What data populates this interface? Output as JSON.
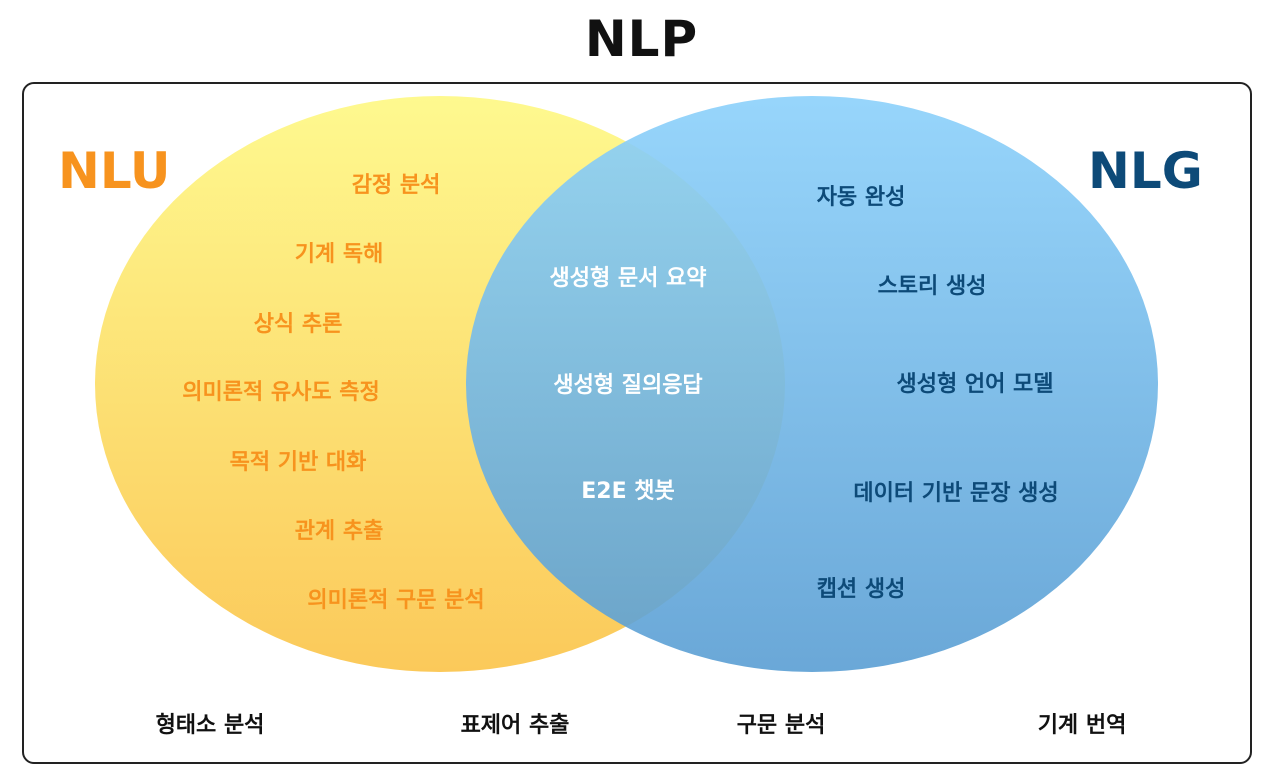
{
  "title": "NLP",
  "sets": {
    "nlu": {
      "label": "NLU",
      "color": "#f7931e"
    },
    "nlg": {
      "label": "NLG",
      "color": "#0d4a78"
    }
  },
  "nlu_items": [
    "감정 분석",
    "기계 독해",
    "상식 추론",
    "의미론적 유사도 측정",
    "목적 기반 대화",
    "관계 추출",
    "의미론적 구문 분석"
  ],
  "overlap_items": [
    "생성형 문서 요약",
    "생성형 질의응답",
    "E2E 챗봇"
  ],
  "nlg_items": [
    "자동 완성",
    "스토리 생성",
    "생성형 언어 모델",
    "데이터 기반 문장 생성",
    "캡션 생성"
  ],
  "bottom_items": [
    "형태소 분석",
    "표제어 추출",
    "구문 분석",
    "기계 번역"
  ]
}
